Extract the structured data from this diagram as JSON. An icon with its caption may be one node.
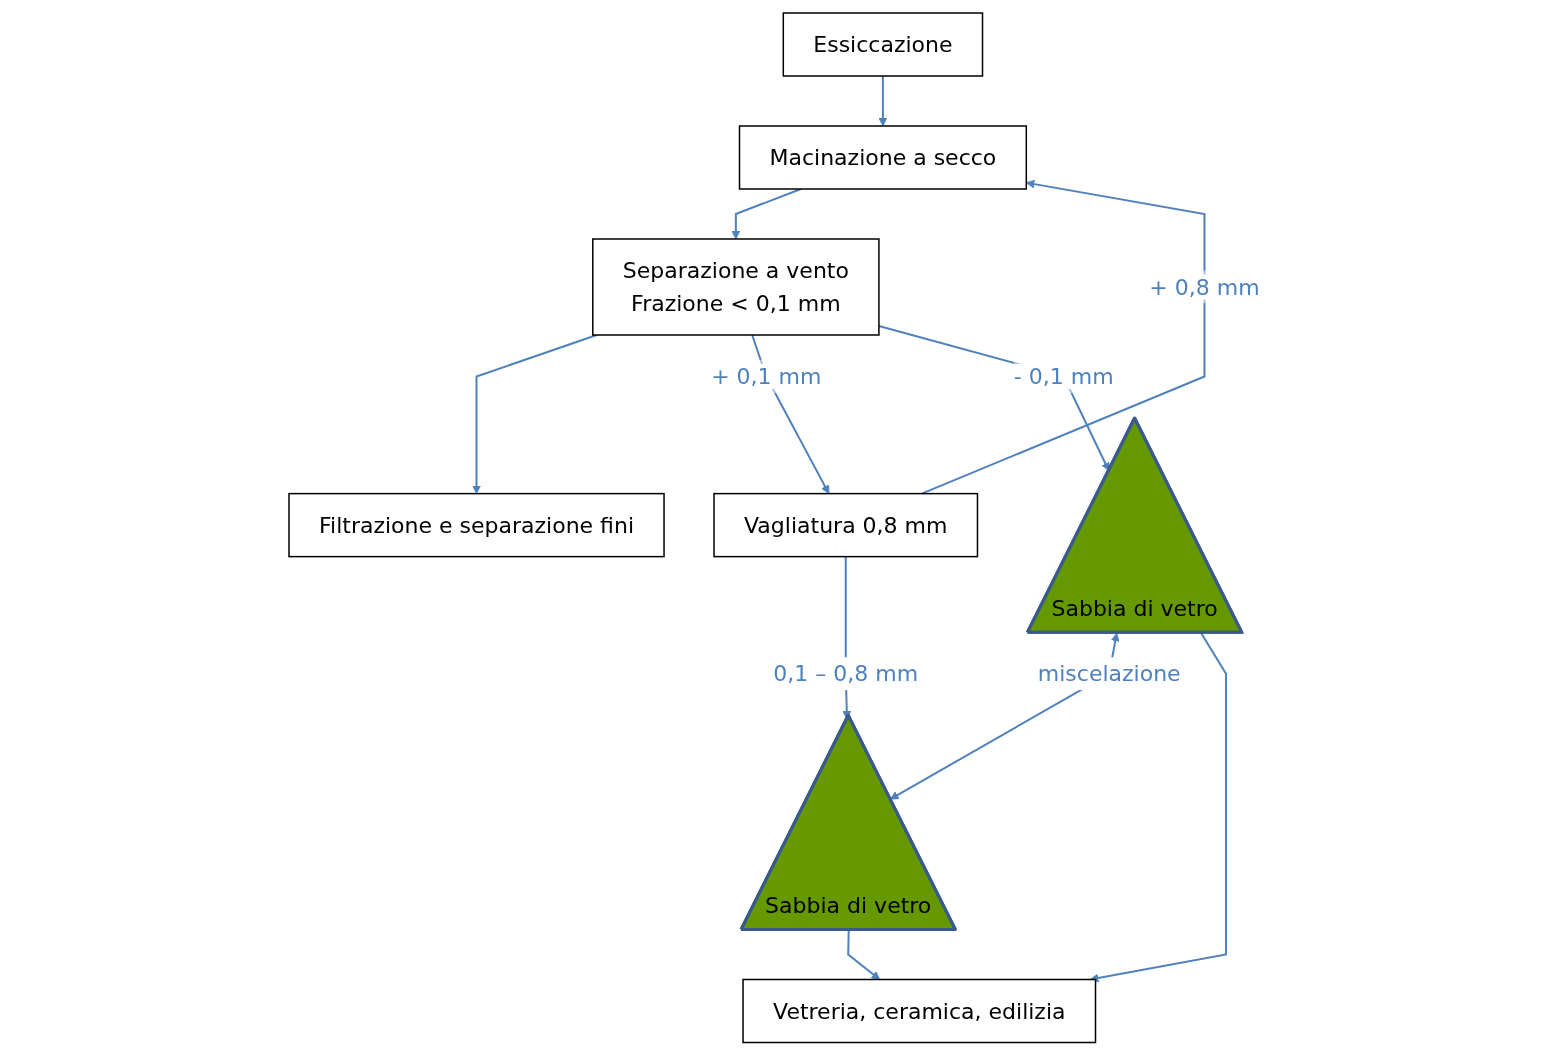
{
  "diagram": {
    "nodes": [
      {
        "text": [
          "Essiccazione"
        ]
      },
      {
        "text": [
          "Macinazione a secco"
        ]
      },
      {
        "text": [
          "Filtrazione e separazione fini"
        ]
      },
      {
        "text": [
          "Separazione a vento",
          "Frazione < 0,1 mm"
        ]
      },
      {
        "text": [
          "Vagliatura 0,8 mm"
        ]
      },
      {
        "text": [
          "Sabbia di vetro"
        ]
      },
      {
        "text": [
          "Sabbia di vetro"
        ]
      },
      {
        "text": [
          "Vetreria, ceramica, edilizia"
        ]
      }
    ],
    "edges": [
      {
        "from": 0,
        "to": 1,
        "arrow": "to"
      },
      {
        "from": 1,
        "to": 3,
        "arrow": "to"
      },
      {
        "from": 3,
        "to": 2,
        "arrow": "to"
      },
      {
        "from": 3,
        "to": 4,
        "arrow": "to",
        "label": "+ 0,1 mm"
      },
      {
        "from": 4,
        "to": 1,
        "arrow": "to",
        "label": "+ 0,8 mm"
      },
      {
        "from": 3,
        "to": 5,
        "arrow": "to",
        "label": "- 0,1 mm"
      },
      {
        "from": 4,
        "to": 6,
        "arrow": "to",
        "label": "0,1 – 0,8 mm"
      },
      {
        "from": 5,
        "to": 6,
        "arrow": "both",
        "label": "miscelazione"
      },
      {
        "from": 5,
        "to": 7,
        "arrow": "to"
      },
      {
        "from": 6,
        "to": 7,
        "arrow": "to"
      }
    ]
  }
}
